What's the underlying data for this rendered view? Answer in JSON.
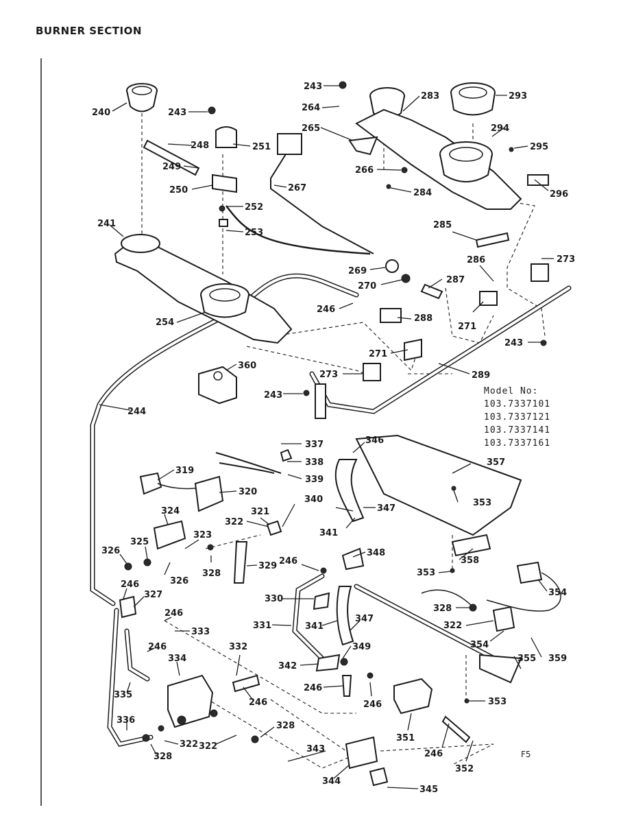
{
  "title": "BURNER SECTION",
  "model_block": {
    "heading": "Model No:",
    "models": [
      "103.7337101",
      "103.7337121",
      "103.7337141",
      "103.7337161"
    ]
  },
  "figure_code": "F5",
  "part_labels": [
    "240",
    "241",
    "243",
    "244",
    "246",
    "248",
    "249",
    "250",
    "251",
    "252",
    "253",
    "254",
    "264",
    "265",
    "266",
    "267",
    "269",
    "270",
    "271",
    "273",
    "283",
    "284",
    "285",
    "286",
    "287",
    "288",
    "289",
    "293",
    "294",
    "295",
    "296",
    "319",
    "320",
    "321",
    "322",
    "323",
    "324",
    "325",
    "326",
    "327",
    "328",
    "329",
    "330",
    "331",
    "332",
    "333",
    "334",
    "335",
    "336",
    "337",
    "338",
    "339",
    "340",
    "341",
    "342",
    "343",
    "344",
    "345",
    "346",
    "347",
    "348",
    "349",
    "351",
    "352",
    "353",
    "354",
    "355",
    "357",
    "358",
    "359",
    "360"
  ]
}
